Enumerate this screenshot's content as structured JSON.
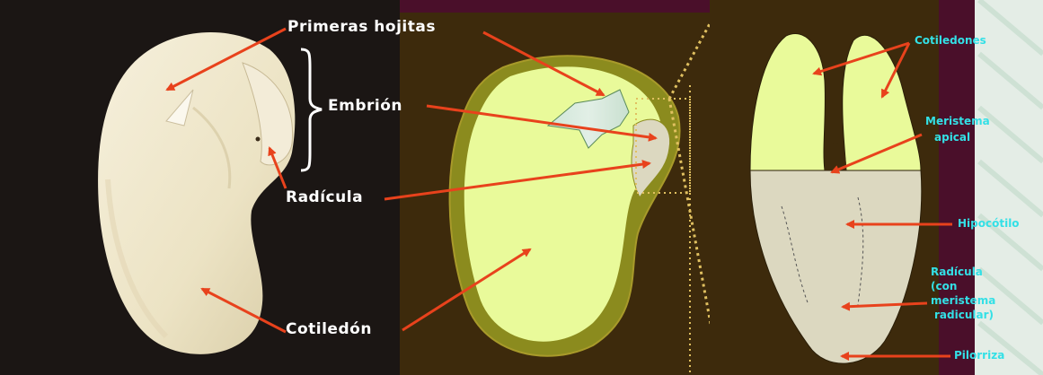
{
  "labels": {
    "primeras_hojitas": "Primeras hojitas",
    "embrion": "Embrión",
    "radicula": "Radícula",
    "cotiledon": "Cotiledón",
    "cotiledones": "Cotiledones",
    "meristema_apical_1": "Meristema",
    "meristema_apical_2": "apical",
    "hipocotilo": "Hipocótilo",
    "radicula_right_1": "Radícula",
    "radicula_right_2": "(con",
    "radicula_right_3": "meristema",
    "radicula_right_4": "radicular)",
    "pilorriza": "Pilorriza"
  },
  "colors": {
    "arrow": "#e8421c",
    "cyan_label": "#33e0e6",
    "panel_brown": "#3d2a0c",
    "frame_purple": "#4a0f2a",
    "cotyledon_yellow": "#e9fa9a",
    "hypocotyl_beige": "#dcd8c0"
  }
}
